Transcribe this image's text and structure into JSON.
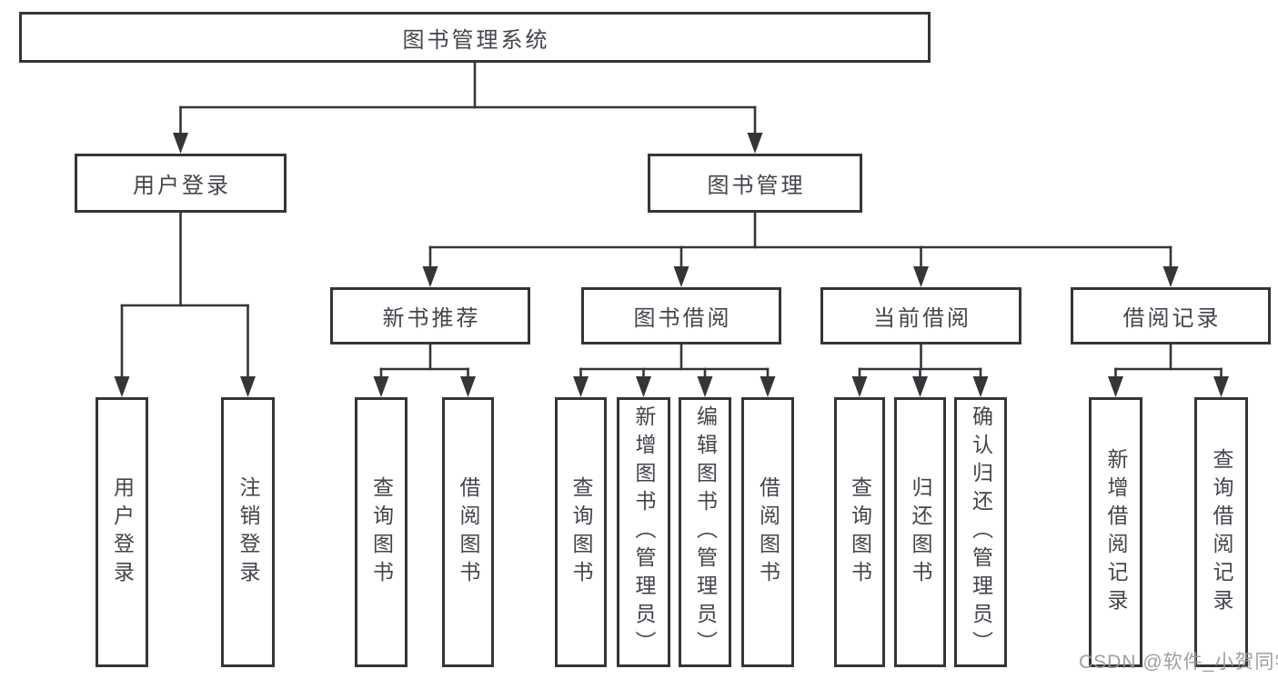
{
  "diagram_title": "图书管理系统",
  "watermark": "CSDN @软件_小贺同学",
  "tree": {
    "id": "root",
    "label": "图书管理系统",
    "children": [
      {
        "id": "user-login",
        "label": "用户登录",
        "children": [
          {
            "id": "leaf-user-login",
            "label": "用户登录"
          },
          {
            "id": "leaf-logout",
            "label": "注销登录"
          }
        ]
      },
      {
        "id": "book-management",
        "label": "图书管理",
        "children": [
          {
            "id": "new-book-recommend",
            "label": "新书推荐",
            "children": [
              {
                "id": "leaf-nbr-query-books",
                "label": "查询图书"
              },
              {
                "id": "leaf-nbr-borrow-books",
                "label": "借阅图书"
              }
            ]
          },
          {
            "id": "book-borrowing",
            "label": "图书借阅",
            "children": [
              {
                "id": "leaf-bb-query-books",
                "label": "查询图书"
              },
              {
                "id": "leaf-bb-add-books",
                "label": "新增图书（管理员）"
              },
              {
                "id": "leaf-bb-edit-books",
                "label": "编辑图书（管理员）"
              },
              {
                "id": "leaf-bb-borrow-books",
                "label": "借阅图书"
              }
            ]
          },
          {
            "id": "current-borrowing",
            "label": "当前借阅",
            "children": [
              {
                "id": "leaf-cb-query-books",
                "label": "查询图书"
              },
              {
                "id": "leaf-cb-return-books",
                "label": "归还图书"
              },
              {
                "id": "leaf-cb-confirm-return",
                "label": "确认归还（管理员）"
              }
            ]
          },
          {
            "id": "borrowing-records",
            "label": "借阅记录",
            "children": [
              {
                "id": "leaf-br-add-record",
                "label": "新增借阅记录"
              },
              {
                "id": "leaf-br-query-record",
                "label": "查询借阅记录"
              }
            ]
          }
        ]
      }
    ]
  }
}
